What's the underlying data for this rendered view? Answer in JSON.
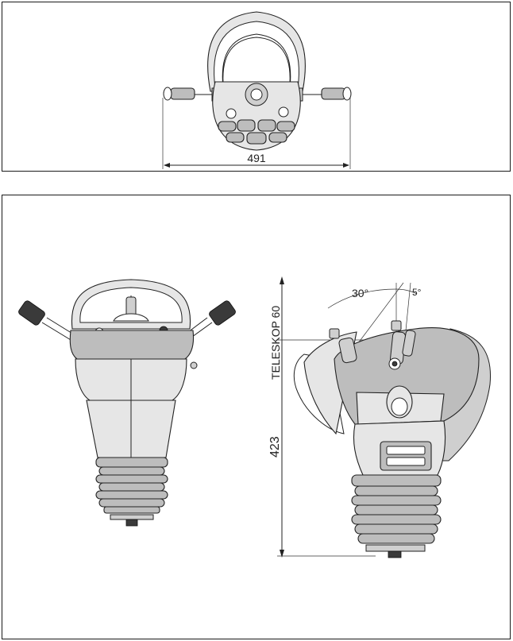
{
  "dimensions": {
    "width_label": "491",
    "height_label": "423",
    "angle_left": "30°",
    "angle_right": "5°",
    "variant_label": "TELESKOP 60"
  },
  "colors": {
    "line": "#222222",
    "body_light": "#e6e6e6",
    "body_dark": "#bdbdbd"
  }
}
